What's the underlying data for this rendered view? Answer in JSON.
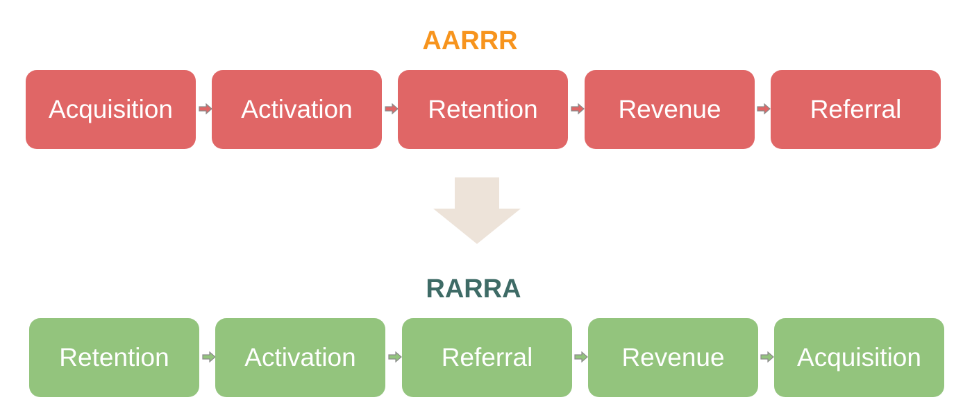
{
  "top_model": {
    "title": "AARRR",
    "title_color": "#F7941D",
    "box_color": "#E06666",
    "arrow_color": "#E06666",
    "stages": [
      {
        "label": "Acquisition"
      },
      {
        "label": "Activation"
      },
      {
        "label": "Retention"
      },
      {
        "label": "Revenue"
      },
      {
        "label": "Referral"
      }
    ]
  },
  "transition_arrow": {
    "icon": "down-arrow-icon",
    "color": "#EDE3D9"
  },
  "bottom_model": {
    "title": "RARRA",
    "title_color": "#3E6B66",
    "box_color": "#93C47D",
    "arrow_color": "#93C47D",
    "stages": [
      {
        "label": "Retention"
      },
      {
        "label": "Activation"
      },
      {
        "label": "Referral"
      },
      {
        "label": "Revenue"
      },
      {
        "label": "Acquisition"
      }
    ]
  }
}
